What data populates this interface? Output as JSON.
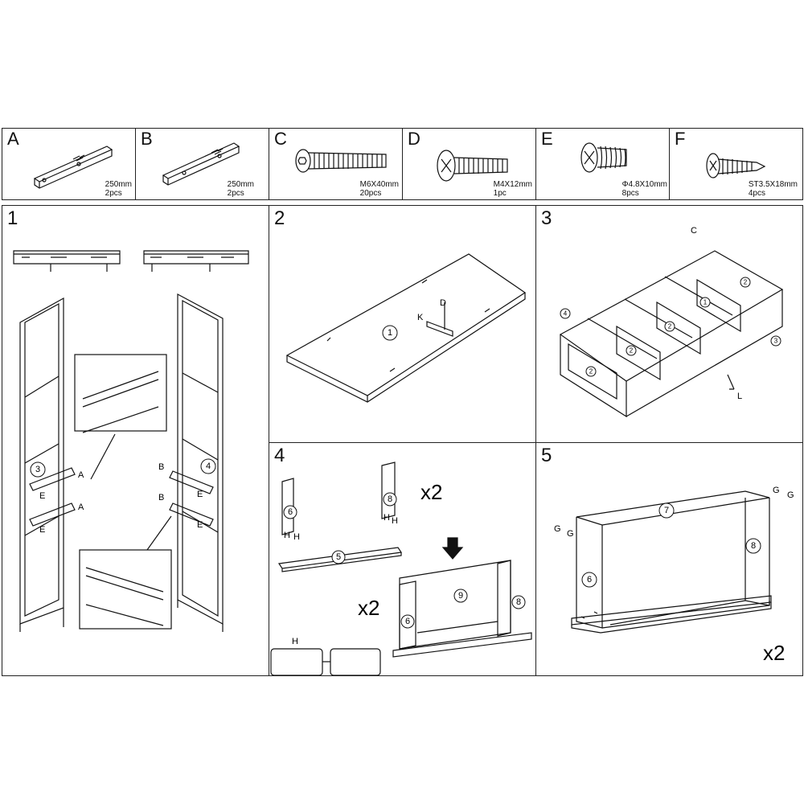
{
  "parts": [
    {
      "letter": "A",
      "size": "250mm",
      "qty": "2pcs",
      "icon": "drawer-slide-left-icon"
    },
    {
      "letter": "B",
      "size": "250mm",
      "qty": "2pcs",
      "icon": "drawer-slide-right-icon"
    },
    {
      "letter": "C",
      "size": "M6X40mm",
      "qty": "20pcs",
      "icon": "hex-bolt-icon"
    },
    {
      "letter": "D",
      "size": "M4X12mm",
      "qty": "1pc",
      "icon": "phillips-screw-icon"
    },
    {
      "letter": "E",
      "size": "Φ4.8X10mm",
      "qty": "8pcs",
      "icon": "short-screw-icon"
    },
    {
      "letter": "F",
      "size": "ST3.5X18mm",
      "qty": "4pcs",
      "icon": "tapping-screw-icon"
    }
  ],
  "steps": {
    "s1": {
      "num": "1",
      "circ3": "3",
      "circ4": "4",
      "lblA": "A",
      "lblB": "B",
      "lblE": "E"
    },
    "s2": {
      "num": "2",
      "circ1": "1",
      "lblK": "K",
      "lblD": "D"
    },
    "s3": {
      "num": "3",
      "lblC": "C",
      "lblL": "L",
      "c1": "1",
      "c2": "2",
      "c3": "3",
      "c4": "4"
    },
    "s4": {
      "num": "4",
      "c6": "6",
      "c5": "5",
      "c8": "8",
      "c9": "9",
      "lblH": "H",
      "x2": "x2"
    },
    "s5": {
      "num": "5",
      "c7": "7",
      "c6": "6",
      "c8": "8",
      "lblG": "G",
      "x2": "x2"
    }
  }
}
